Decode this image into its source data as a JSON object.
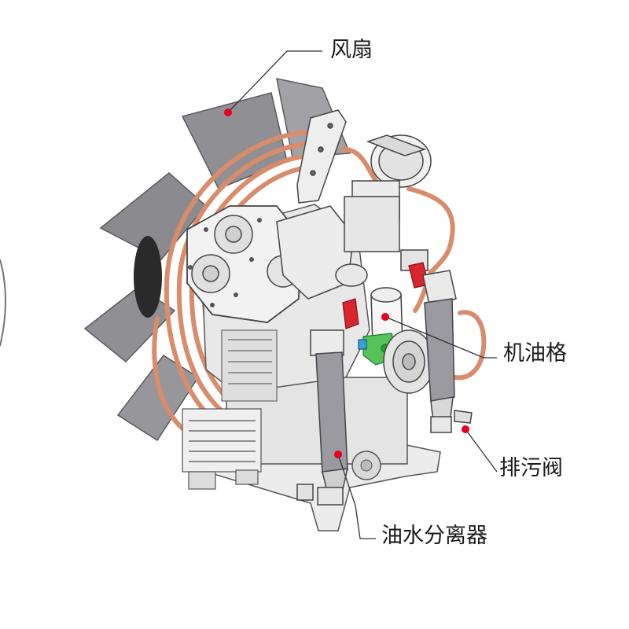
{
  "labels": {
    "fan": "风扇",
    "oil_filter": "机油格",
    "drain_valve": "排污阀",
    "oil_water_separator": "油水分离器"
  },
  "colors": {
    "copper_pipe": "#d98c6b",
    "marker": "#e8001c",
    "fan_blade": "#8f8f94",
    "metal": "#e6e6e6",
    "separator_tube": "#9a9aa0",
    "fitting_red": "#d7262e",
    "fitting_green": "#55c25a",
    "fitting_blue": "#3aa0d8"
  }
}
